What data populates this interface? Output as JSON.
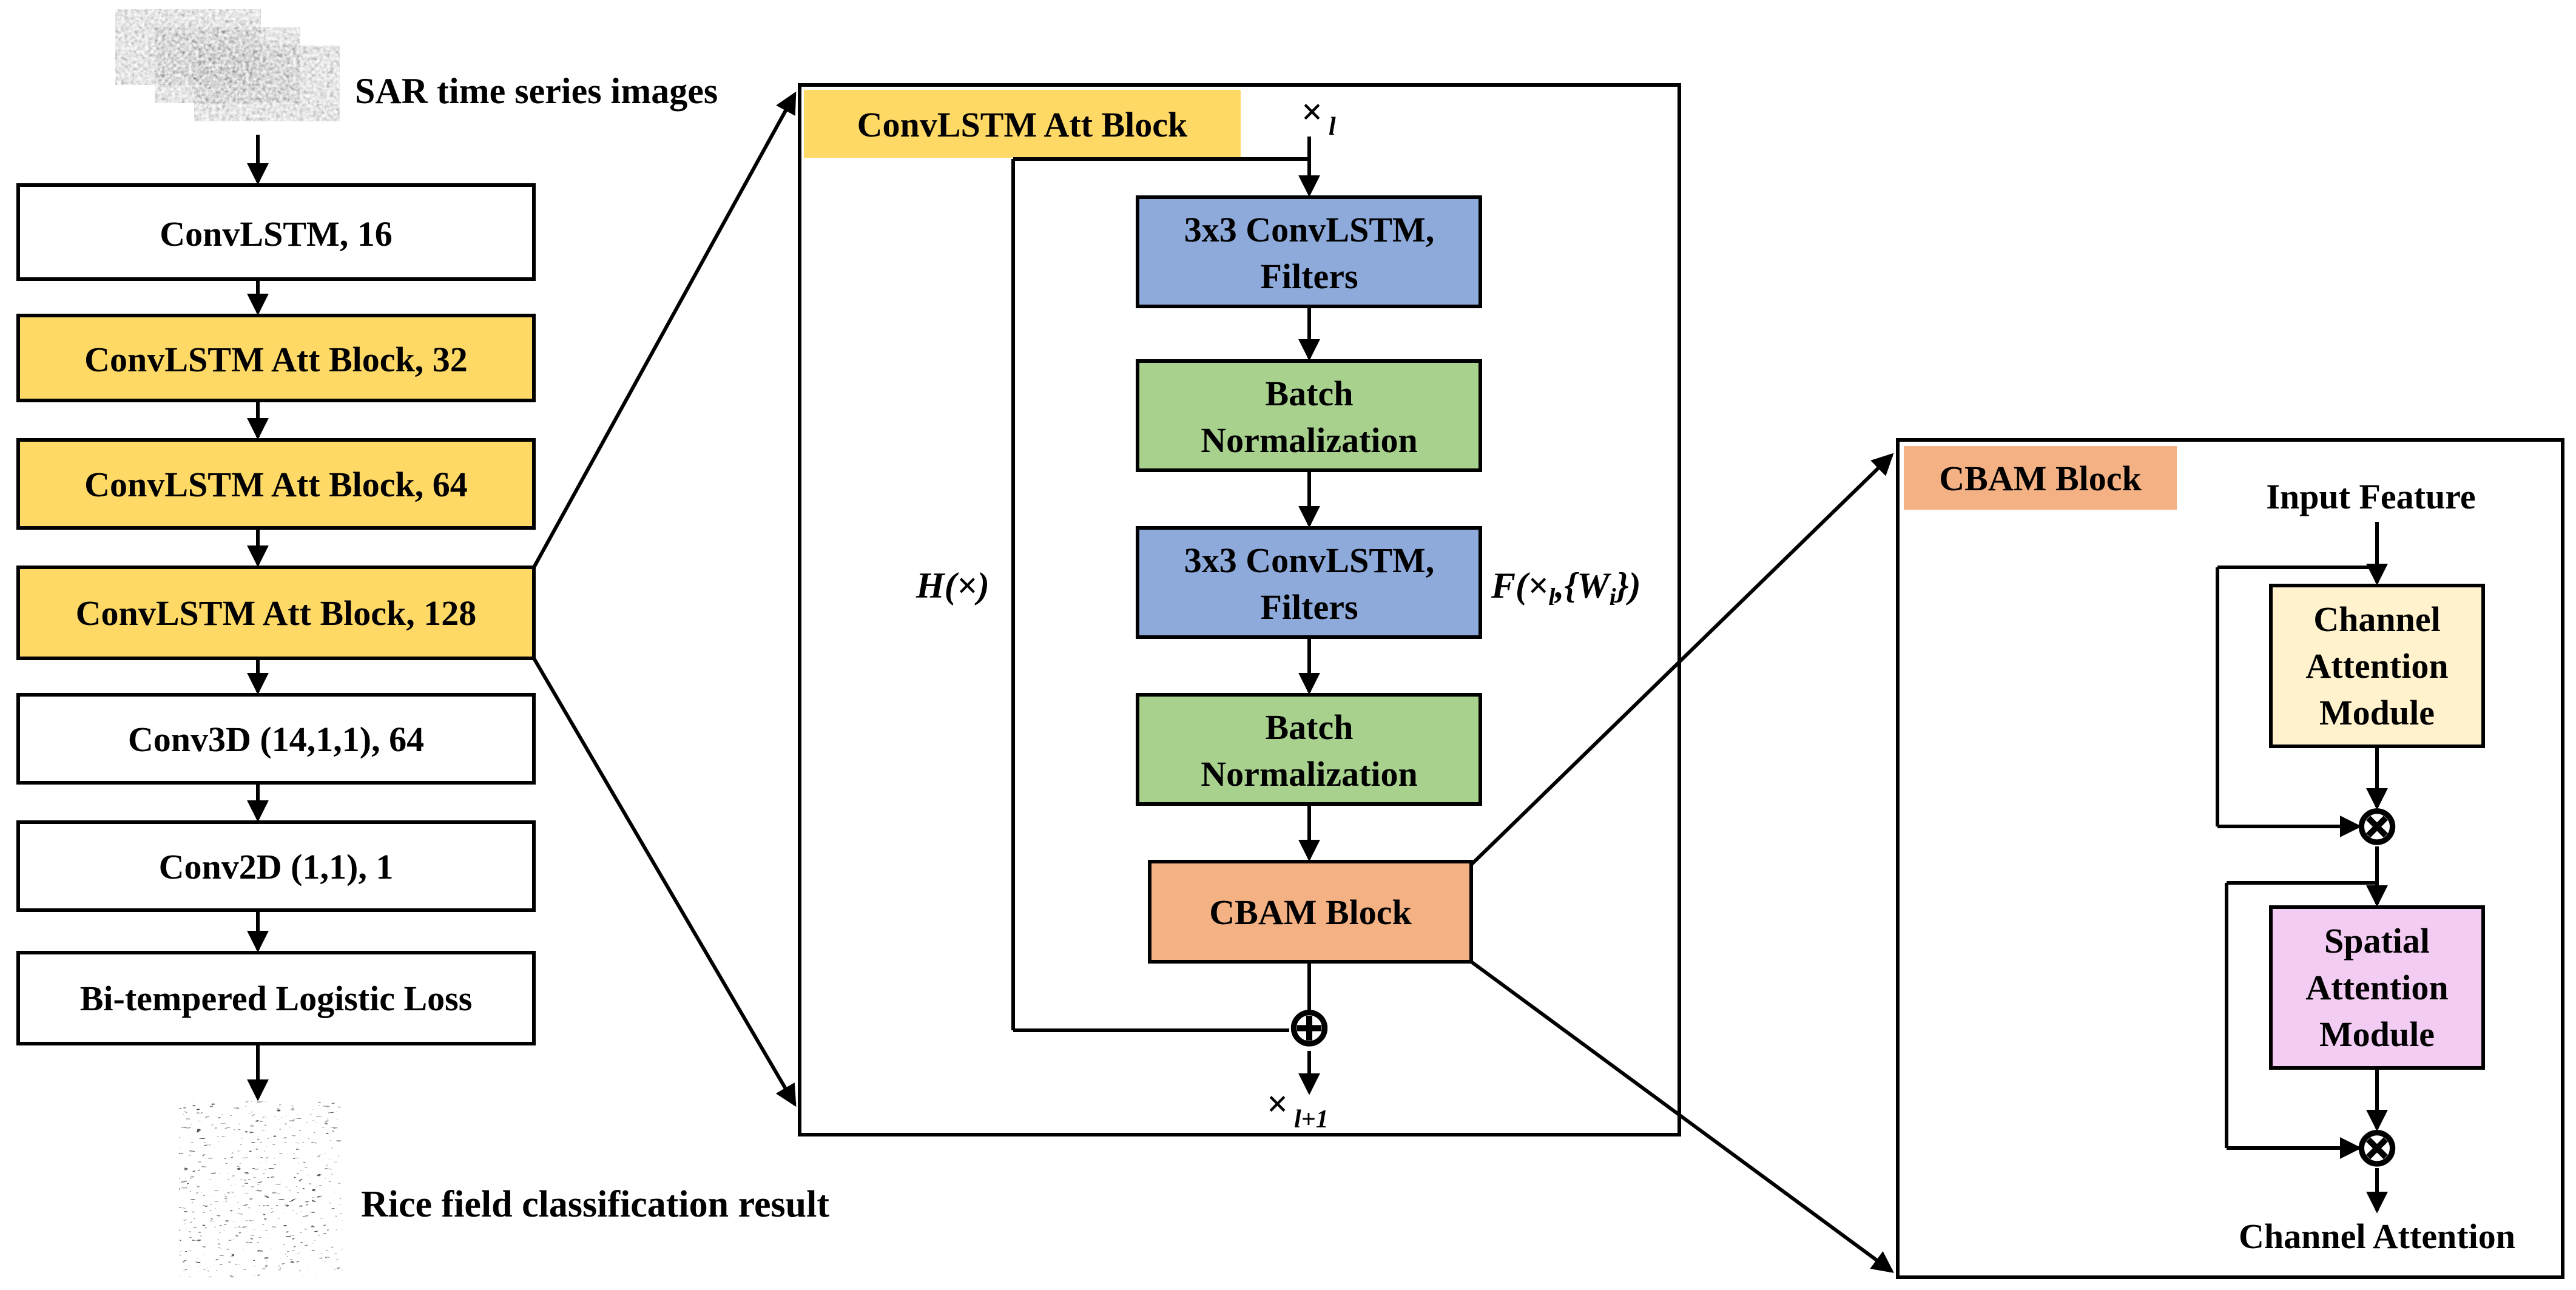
{
  "colors": {
    "white": "#ffffff",
    "yellow": "#ffd966",
    "blue": "#8eaadb",
    "green": "#a9d18e",
    "orange": "#f4b183",
    "cream": "#fff2cc",
    "pink": "#f2ccf2",
    "stroke": "#000000"
  },
  "left_column": {
    "input_label": "SAR time series images",
    "blocks": [
      {
        "label": "ConvLSTM, 16"
      },
      {
        "label": "ConvLSTM Att Block, 32"
      },
      {
        "label": "ConvLSTM Att Block, 64"
      },
      {
        "label": "ConvLSTM Att Block, 128"
      },
      {
        "label": "Conv3D (14,1,1), 64"
      },
      {
        "label": "Conv2D (1,1), 1"
      },
      {
        "label": "Bi-tempered Logistic Loss"
      }
    ],
    "output_label": "Rice field classification result"
  },
  "att_block": {
    "title": "ConvLSTM Att Block",
    "input_symbol": "×",
    "input_sub": "l",
    "output_symbol": "×",
    "output_sub": "l+1",
    "skip_label": "H(×)",
    "residual_label": {
      "main": "F(×",
      "sub1": "l",
      "mid": ",{W",
      "sub2": "i",
      "end": "})"
    },
    "boxes": [
      {
        "lines": [
          "3x3 ConvLSTM,",
          "Filters"
        ]
      },
      {
        "lines": [
          "Batch",
          "Normalization"
        ]
      },
      {
        "lines": [
          "3x3 ConvLSTM,",
          "Filters"
        ]
      },
      {
        "lines": [
          "Batch",
          "Normalization"
        ]
      },
      {
        "lines": [
          "CBAM Block"
        ]
      }
    ],
    "sum_symbol": "⊕"
  },
  "cbam_block": {
    "title": "CBAM Block",
    "input_label": "Input Feature",
    "modules": [
      {
        "lines": [
          "Channel",
          "Attention",
          "Module"
        ]
      },
      {
        "lines": [
          "Spatial",
          "Attention",
          "Module"
        ]
      }
    ],
    "multiply_symbol": "⊗",
    "output_label": "Channel Attention"
  }
}
